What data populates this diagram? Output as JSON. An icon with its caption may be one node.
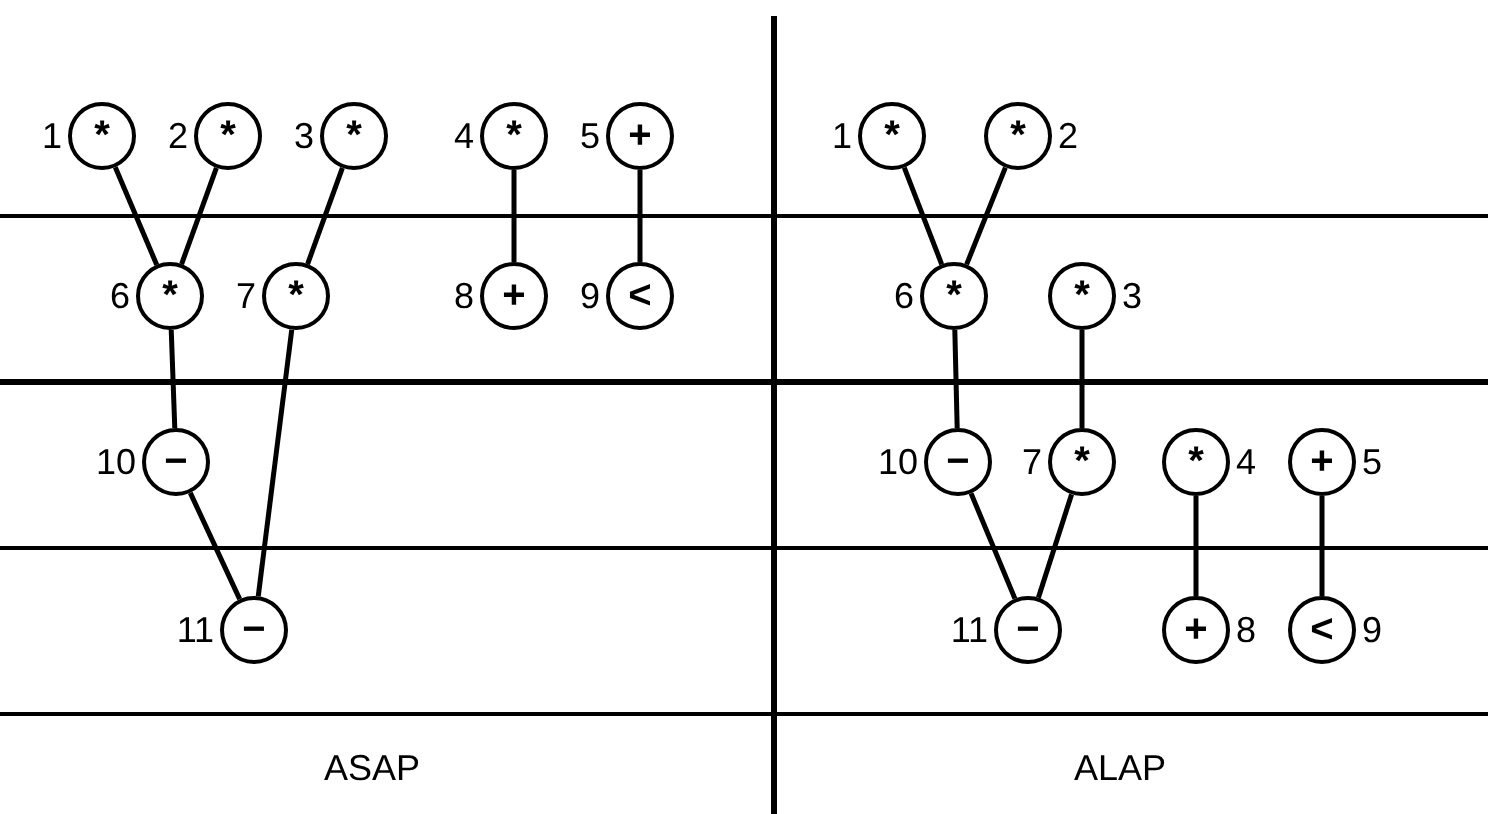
{
  "diagram": {
    "nodes": [
      {
        "text": [
          "*"
        ],
        "beside": [
          "1"
        ]
      },
      {
        "text": [
          "*"
        ],
        "beside": [
          "2"
        ]
      },
      {
        "text": [
          "*"
        ],
        "beside": [
          "3"
        ]
      },
      {
        "text": [
          "*"
        ],
        "beside": [
          "4"
        ]
      },
      {
        "text": [
          "+"
        ],
        "beside": [
          "5"
        ]
      },
      {
        "text": [
          "*"
        ],
        "beside": [
          "6"
        ]
      },
      {
        "text": [
          "*"
        ],
        "beside": [
          "7"
        ]
      },
      {
        "text": [
          "+"
        ],
        "beside": [
          "8"
        ]
      },
      {
        "text": [
          "<"
        ],
        "beside": [
          "9"
        ]
      },
      {
        "text": [
          "−"
        ],
        "beside": [
          "10"
        ]
      },
      {
        "text": [
          "−"
        ],
        "beside": [
          "11"
        ]
      },
      {
        "text": [
          "*"
        ],
        "beside": [
          "1"
        ]
      },
      {
        "text": [
          "*"
        ],
        "beside": [
          "2"
        ]
      },
      {
        "text": [
          "*"
        ],
        "beside": [
          "6"
        ]
      },
      {
        "text": [
          "*"
        ],
        "beside": [
          "3"
        ]
      },
      {
        "text": [
          "−"
        ],
        "beside": [
          "10"
        ]
      },
      {
        "text": [
          "*"
        ],
        "beside": [
          "7"
        ]
      },
      {
        "text": [
          "*"
        ],
        "beside": [
          "4"
        ]
      },
      {
        "text": [
          "+"
        ],
        "beside": [
          "5"
        ]
      },
      {
        "text": [
          "−"
        ],
        "beside": [
          "11"
        ]
      },
      {
        "text": [
          "+"
        ],
        "beside": [
          "8"
        ]
      },
      {
        "text": [
          "<"
        ],
        "beside": [
          "9"
        ]
      }
    ],
    "edges": [
      {
        "from": 0,
        "to": 5,
        "arrow": "none"
      },
      {
        "from": 1,
        "to": 5,
        "arrow": "none"
      },
      {
        "from": 2,
        "to": 6,
        "arrow": "none"
      },
      {
        "from": 3,
        "to": 7,
        "arrow": "none"
      },
      {
        "from": 4,
        "to": 8,
        "arrow": "none"
      },
      {
        "from": 5,
        "to": 9,
        "arrow": "none"
      },
      {
        "from": 9,
        "to": 10,
        "arrow": "none"
      },
      {
        "from": 6,
        "to": 10,
        "arrow": "none"
      },
      {
        "from": 11,
        "to": 13,
        "arrow": "none"
      },
      {
        "from": 12,
        "to": 13,
        "arrow": "none"
      },
      {
        "from": 13,
        "to": 15,
        "arrow": "none"
      },
      {
        "from": 14,
        "to": 16,
        "arrow": "none"
      },
      {
        "from": 15,
        "to": 19,
        "arrow": "none"
      },
      {
        "from": 16,
        "to": 19,
        "arrow": "none"
      },
      {
        "from": 17,
        "to": 20,
        "arrow": "none"
      },
      {
        "from": 18,
        "to": 21,
        "arrow": "none"
      }
    ],
    "labels": [
      "ASAP",
      "ALAP"
    ]
  }
}
